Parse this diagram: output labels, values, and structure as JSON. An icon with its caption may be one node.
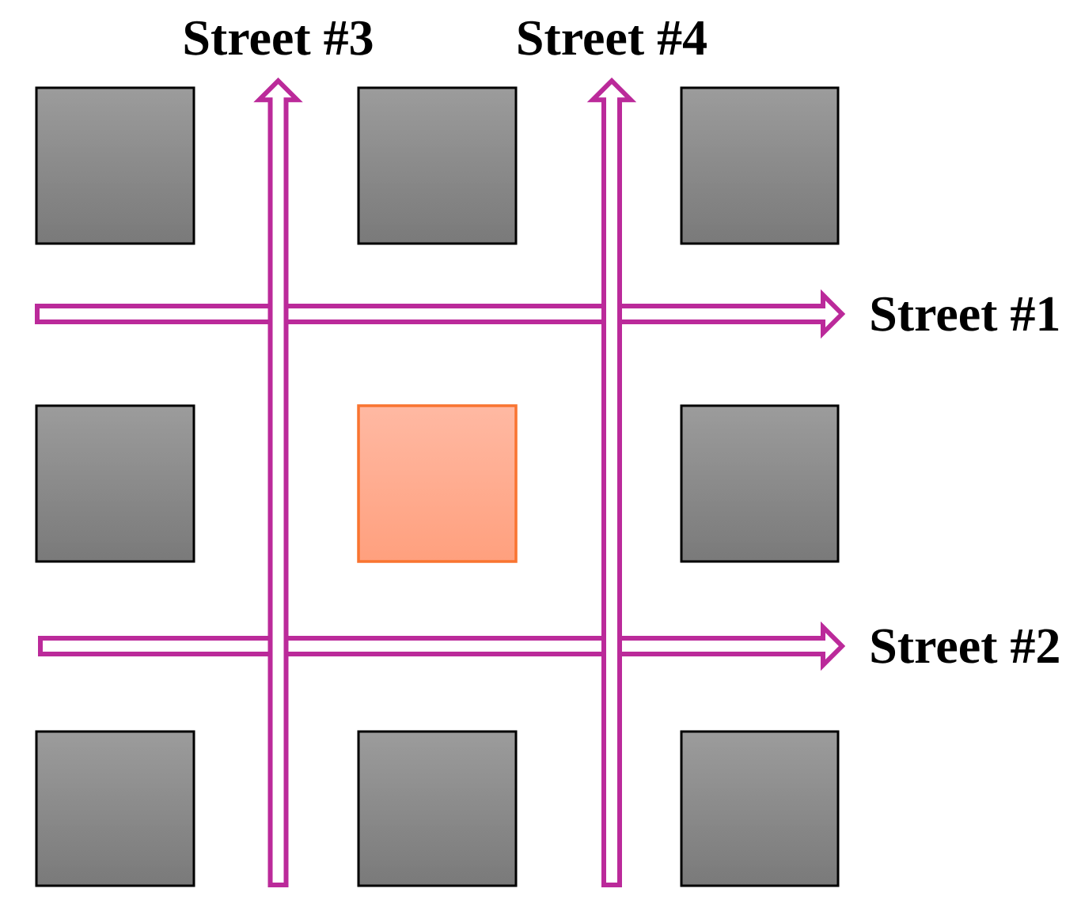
{
  "diagram": {
    "nodes": [
      {
        "text": [
          "Street #3"
        ]
      },
      {
        "text": [
          "Street #4"
        ]
      },
      {
        "text": [],
        "shape": "box"
      },
      {
        "text": [],
        "shape": "box"
      },
      {
        "text": [],
        "shape": "box"
      },
      {
        "text": [
          "Street #1"
        ]
      },
      {
        "text": [],
        "shape": "box"
      },
      {
        "text": [],
        "shape": "box"
      },
      {
        "text": [],
        "shape": "box"
      },
      {
        "text": [
          "Street #2"
        ]
      },
      {
        "text": [],
        "shape": "box"
      },
      {
        "text": [],
        "shape": "box"
      },
      {
        "text": [],
        "shape": "box"
      }
    ],
    "edges": [
      {
        "from": null,
        "to": 0,
        "arrow": "to"
      },
      {
        "from": null,
        "to": 1,
        "arrow": "to"
      },
      {
        "from": null,
        "to": 5,
        "arrow": "to"
      },
      {
        "from": null,
        "to": 9,
        "arrow": "to"
      }
    ]
  }
}
